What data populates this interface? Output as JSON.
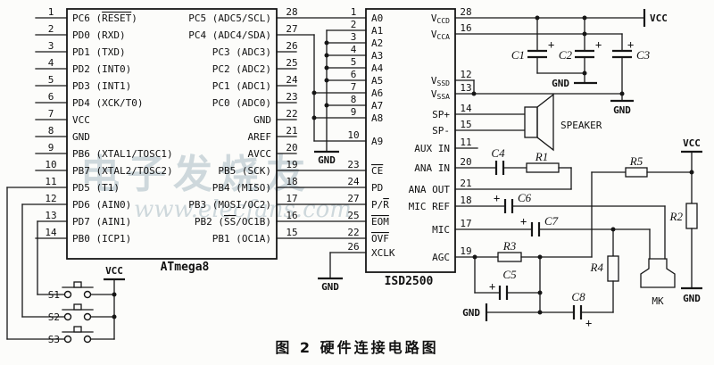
{
  "caption": "图 2  硬件连接电路图",
  "watermark": {
    "line1": "电子发烧友",
    "line2": "www.elecfans.com"
  },
  "power": {
    "vcc": "VCC",
    "gnd": "GND"
  },
  "symbols": {
    "plus": "+"
  },
  "colors": {
    "line": "#161616",
    "background": "#fcfcfa",
    "watermark": "#a9bcc4"
  },
  "atmega8": {
    "name": "ATmega8",
    "left_pins": [
      {
        "num": "1",
        "pre": "PC6 (",
        "over": "RESET",
        "post": ")"
      },
      {
        "num": "2",
        "pre": "PD0 (RXD)",
        "over": "",
        "post": ""
      },
      {
        "num": "3",
        "pre": "PD1 (TXD)",
        "over": "",
        "post": ""
      },
      {
        "num": "4",
        "pre": "PD2 (INT0)",
        "over": "",
        "post": ""
      },
      {
        "num": "5",
        "pre": "PD3 (INT1)",
        "over": "",
        "post": ""
      },
      {
        "num": "6",
        "pre": "PD4 (XCK/T0)",
        "over": "",
        "post": ""
      },
      {
        "num": "7",
        "pre": "VCC",
        "over": "",
        "post": ""
      },
      {
        "num": "8",
        "pre": "GND",
        "over": "",
        "post": ""
      },
      {
        "num": "9",
        "pre": "PB6 (XTAL1/TOSC1)",
        "over": "",
        "post": ""
      },
      {
        "num": "10",
        "pre": "PB7 (XTAL2/TOSC2)",
        "over": "",
        "post": ""
      },
      {
        "num": "11",
        "pre": "PD5 (T1)",
        "over": "",
        "post": ""
      },
      {
        "num": "12",
        "pre": "PD6 (AIN0)",
        "over": "",
        "post": ""
      },
      {
        "num": "13",
        "pre": "PD7 (AIN1)",
        "over": "",
        "post": ""
      },
      {
        "num": "14",
        "pre": "PB0 (ICP1)",
        "over": "",
        "post": ""
      }
    ],
    "right_pins": [
      {
        "num": "28",
        "pre": "PC5 (ADC5/SCL)",
        "over": "",
        "post": ""
      },
      {
        "num": "27",
        "pre": "PC4 (ADC4/SDA)",
        "over": "",
        "post": ""
      },
      {
        "num": "26",
        "pre": "PC3 (ADC3)",
        "over": "",
        "post": ""
      },
      {
        "num": "25",
        "pre": "PC2 (ADC2)",
        "over": "",
        "post": ""
      },
      {
        "num": "24",
        "pre": "PC1 (ADC1)",
        "over": "",
        "post": ""
      },
      {
        "num": "23",
        "pre": "PC0 (ADC0)",
        "over": "",
        "post": ""
      },
      {
        "num": "22",
        "pre": "GND",
        "over": "",
        "post": ""
      },
      {
        "num": "21",
        "pre": "AREF",
        "over": "",
        "post": ""
      },
      {
        "num": "20",
        "pre": "AVCC",
        "over": "",
        "post": ""
      },
      {
        "num": "19",
        "pre": "PB5 (SCK)",
        "over": "",
        "post": ""
      },
      {
        "num": "18",
        "pre": "PB4 (MISO)",
        "over": "",
        "post": ""
      },
      {
        "num": "17",
        "pre": "PB3 (MOSI/OC2)",
        "over": "",
        "post": ""
      },
      {
        "num": "16",
        "pre": "PB2 (",
        "over": "SS",
        "post": "/OC1B)"
      },
      {
        "num": "15",
        "pre": "PB1 (OC1A)",
        "over": "",
        "post": ""
      }
    ]
  },
  "isd2500": {
    "name": "ISD2500",
    "left_pins": [
      {
        "num": "1",
        "pre": "A0",
        "over": "",
        "post": ""
      },
      {
        "num": "2",
        "pre": "A1",
        "over": "",
        "post": ""
      },
      {
        "num": "3",
        "pre": "A2",
        "over": "",
        "post": ""
      },
      {
        "num": "4",
        "pre": "A3",
        "over": "",
        "post": ""
      },
      {
        "num": "5",
        "pre": "A4",
        "over": "",
        "post": ""
      },
      {
        "num": "6",
        "pre": "A5",
        "over": "",
        "post": ""
      },
      {
        "num": "7",
        "pre": "A6",
        "over": "",
        "post": ""
      },
      {
        "num": "8",
        "pre": "A7",
        "over": "",
        "post": ""
      },
      {
        "num": "9",
        "pre": "A8",
        "over": "",
        "post": ""
      },
      {
        "num": "10",
        "pre": "A9",
        "over": "",
        "post": ""
      },
      {
        "num": "23",
        "pre": "",
        "over": "CE",
        "post": ""
      },
      {
        "num": "24",
        "pre": "PD",
        "over": "",
        "post": ""
      },
      {
        "num": "27",
        "pre": "P/",
        "over": "R",
        "post": ""
      },
      {
        "num": "25",
        "pre": "",
        "over": "EOM",
        "post": ""
      },
      {
        "num": "22",
        "pre": "",
        "over": "OVF",
        "post": ""
      },
      {
        "num": "26",
        "pre": "XCLK",
        "over": "",
        "post": ""
      }
    ],
    "right_pins": [
      {
        "num": "28",
        "pre": "V",
        "sub": "CCD"
      },
      {
        "num": "16",
        "pre": "V",
        "sub": "CCA"
      },
      {
        "num": "12",
        "pre": "V",
        "sub": "SSD"
      },
      {
        "num": "13",
        "pre": "V",
        "sub": "SSA"
      },
      {
        "num": "14",
        "pre": "SP+",
        "sub": ""
      },
      {
        "num": "15",
        "pre": "SP-",
        "sub": ""
      },
      {
        "num": "11",
        "pre": "AUX IN",
        "sub": ""
      },
      {
        "num": "20",
        "pre": "ANA IN",
        "sub": ""
      },
      {
        "num": "21",
        "pre": "ANA OUT",
        "sub": ""
      },
      {
        "num": "18",
        "pre": "MIC REF",
        "sub": ""
      },
      {
        "num": "17",
        "pre": "MIC",
        "sub": ""
      },
      {
        "num": "19",
        "pre": "AGC",
        "sub": ""
      }
    ]
  },
  "components": {
    "c1": "C1",
    "c2": "C2",
    "c3": "C3",
    "c4": "C4",
    "c5": "C5",
    "c6": "C6",
    "c7": "C7",
    "c8": "C8",
    "r1": "R1",
    "r2": "R2",
    "r3": "R3",
    "r4": "R4",
    "r5": "R5",
    "s1": "S1",
    "s2": "S2",
    "s3": "S3",
    "mk": "MK",
    "speaker": "SPEAKER"
  }
}
